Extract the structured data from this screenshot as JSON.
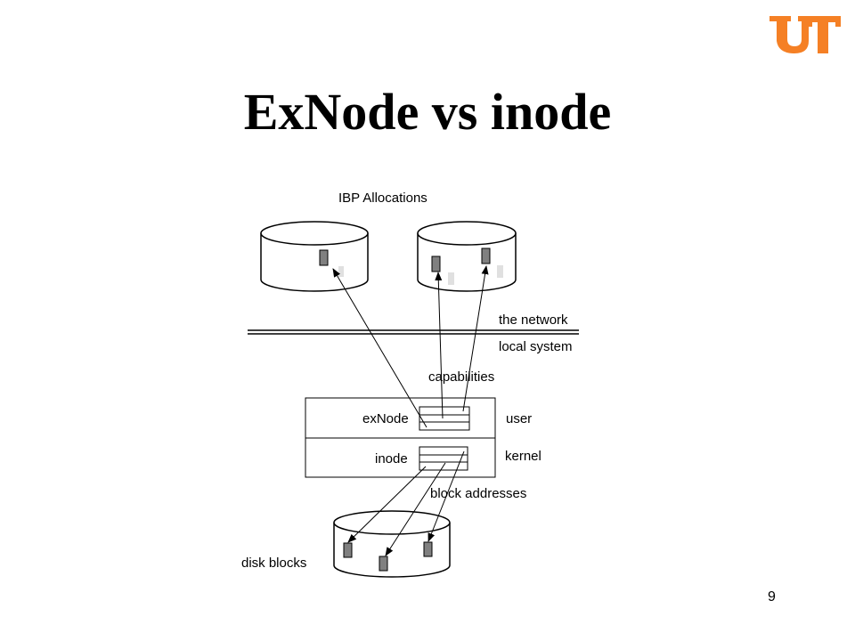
{
  "slide": {
    "title": "ExNode vs inode",
    "page_number": "9"
  },
  "logo": {
    "text": "UT",
    "color": "#F58025"
  },
  "diagram": {
    "ibp_allocations": "IBP Allocations",
    "the_network": "the network",
    "local_system": "local system",
    "capabilities": "capabilities",
    "exnode": "exNode",
    "inode": "inode",
    "user": "user",
    "kernel": "kernel",
    "block_addresses": "block addresses",
    "disk_blocks": "disk blocks"
  },
  "colors": {
    "block_fill": "#808080",
    "line": "#000000"
  }
}
